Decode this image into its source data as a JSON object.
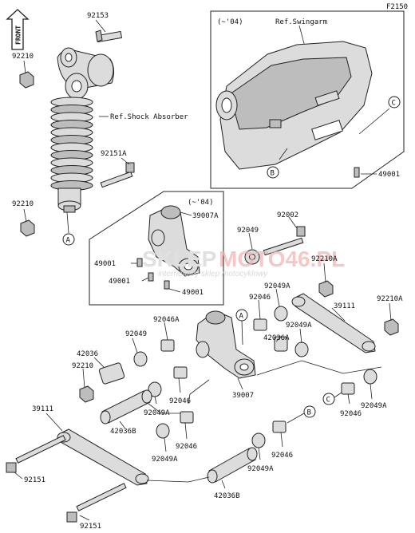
{
  "diagram": {
    "code": "F2150",
    "front_label": "FRONT",
    "swingarm_box": {
      "variant": "(~'04)",
      "ref": "Ref.Swingarm"
    },
    "rocker_box": {
      "variant": "(~'04)"
    },
    "ref_shock": "Ref.Shock Absorber",
    "watermark": {
      "brand_a": "SKLEP",
      "brand_b": "MOTO46.PL",
      "tagline": "internetowy sklep motocyklowy"
    },
    "callouts": {
      "a": "A",
      "b": "B",
      "c": "C"
    },
    "parts": {
      "p92153": "92153",
      "p92210_top": "92210",
      "p92151a": "92151A",
      "p92210_mid": "92210",
      "p49001_swing": "49001",
      "p39007a": "39007A",
      "p49001_l1": "49001",
      "p49001_l2": "49001",
      "p49001_r": "49001",
      "p92002": "92002",
      "p92049_top": "92049",
      "p92210a_1": "92210A",
      "p92210a_2": "92210A",
      "p92049a_1": "92049A",
      "p92046_1": "92046",
      "p39111_right": "39111",
      "p92046a": "92046A",
      "p92049_mid": "92049",
      "p92049a_2": "92049A",
      "p42036a": "42036A",
      "p42036": "42036",
      "p92210_low": "92210",
      "p92046_2": "92046",
      "p39007": "39007",
      "p92046_3": "92046",
      "p92049a_3": "92049A",
      "p92049a_4": "92049A",
      "p39111_left": "39111",
      "p42036b_1": "42036B",
      "p92046_4": "92046",
      "p92049a_5": "92049A",
      "p92049a_6": "92049A",
      "p92046_5": "92046",
      "p42036b_2": "42036B",
      "p92151_1": "92151",
      "p92151_2": "92151"
    }
  }
}
